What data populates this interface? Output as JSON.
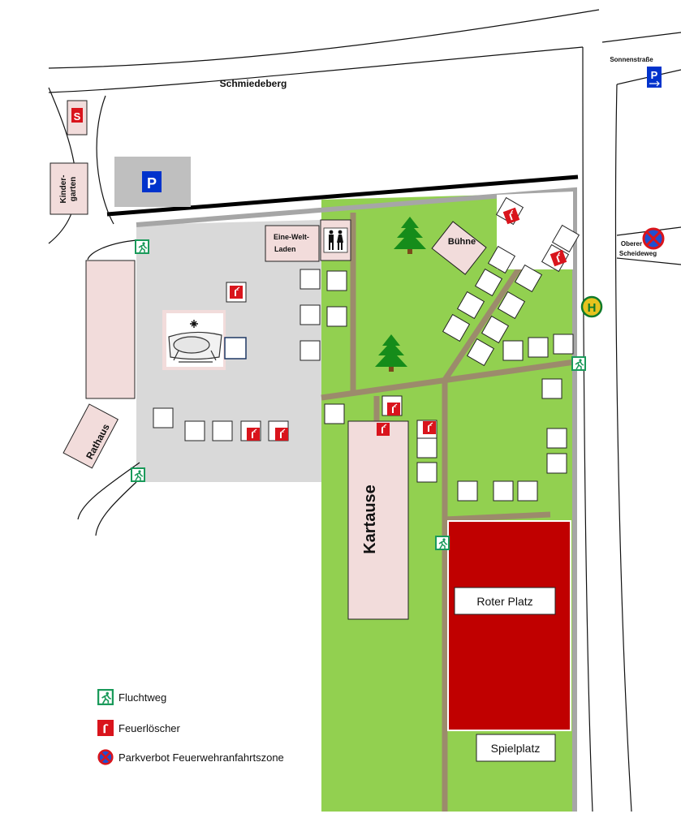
{
  "streets": {
    "main": "Schmiedeberg",
    "north_right": "Sonnenstraße",
    "east_lower": "Oberer\nScheideweg"
  },
  "buildings": {
    "kindergarten": "Kinder-\ngarten",
    "rathaus": "Rathaus",
    "eine_welt_laden": "Eine-Welt-\nLaden",
    "buehne": "Bühne",
    "kartause": "Kartause",
    "roter_platz": "Roter Platz",
    "spielplatz": "Spielplatz"
  },
  "signs": {
    "parking": "P",
    "bus_stop": "H",
    "bank": "S"
  },
  "legend": {
    "escape_route": "Fluchtweg",
    "fire_extinguisher": "Feuerlöscher",
    "no_parking": "Parkverbot Feuerwehranfahrtszone"
  },
  "icons": {
    "escape_route": "running-man-exit-icon",
    "fire_extinguisher": "fire-extinguisher-icon",
    "no_parking": "no-parking-sign-icon",
    "toilet": "toilet-icon",
    "tree": "fir-tree-icon",
    "nativity": "nativity-crib-icon",
    "bus_stop": "bus-stop-icon",
    "parking": "parking-icon",
    "bank": "sparkasse-icon"
  },
  "colors": {
    "grass": "#92d050",
    "plaza": "#d9d9d9",
    "building": "#f2dcdb",
    "path": "#9c8b6c",
    "red_square": "#c00000",
    "parking_blue": "#0033cc",
    "exit_green": "#1a9a5a",
    "extinguisher_red": "#d9141c",
    "bus_yellow": "#e6c31e",
    "tree_green": "#158c1a"
  }
}
